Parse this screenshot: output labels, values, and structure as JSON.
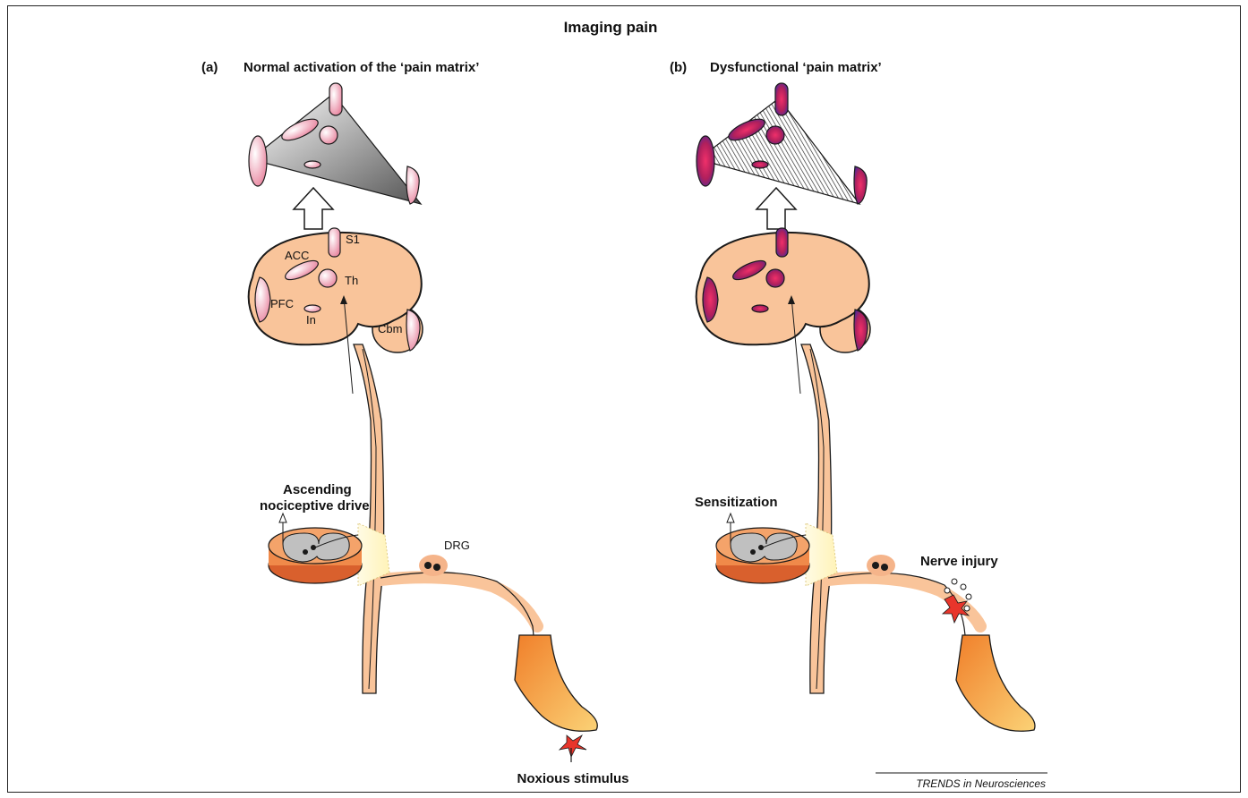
{
  "title": "Imaging pain",
  "panels": [
    {
      "letter": "(a)",
      "heading": "Normal activation of the ‘pain matrix’",
      "regions": {
        "s1": "S1",
        "acc": "ACC",
        "th": "Th",
        "pfc": "PFC",
        "in": "In",
        "cbm": "Cbm"
      },
      "drive_label_line1": "Ascending",
      "drive_label_line2": "nociceptive drive",
      "drg": "DRG",
      "stimulus": "Noxious stimulus"
    },
    {
      "letter": "(b)",
      "heading": "Dysfunctional ‘pain matrix’",
      "drive_label": "Sensitization",
      "injury": "Nerve injury"
    }
  ],
  "credit": "TRENDS in Neurosciences",
  "colors": {
    "brain": "#f9c49a",
    "outline": "#1a1a1a",
    "region_normal": "#f7b9c8",
    "region_dys": "#a5205a",
    "cord_disc": "#f08a4a",
    "foot": "#f4a040",
    "star": "#e8352b"
  }
}
